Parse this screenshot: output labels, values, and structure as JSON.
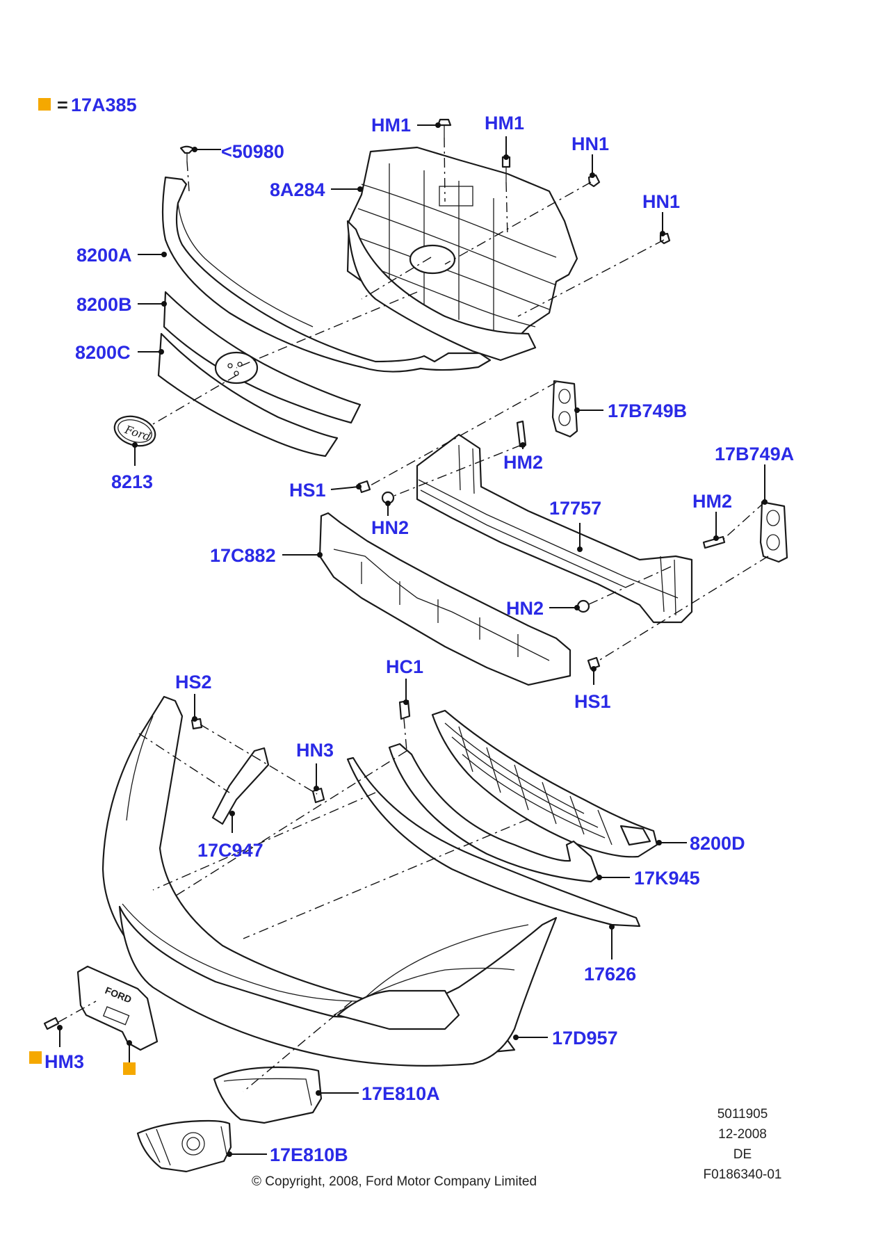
{
  "legend": {
    "text": "17A385",
    "marker_color": "#f5a800"
  },
  "label_color": "#2a2ae6",
  "labels": {
    "p50980": "<50980",
    "hm1a": "HM1",
    "hm1b": "HM1",
    "hn1a": "HN1",
    "hn1b": "HN1",
    "p8a284": "8A284",
    "p8200a": "8200A",
    "p8200b": "8200B",
    "p8200c": "8200C",
    "p8213": "8213",
    "p17b749b": "17B749B",
    "hm2a": "HM2",
    "p17b749a": "17B749A",
    "hs1a": "HS1",
    "hn2a": "HN2",
    "p17757": "17757",
    "hm2b": "HM2",
    "p17c882": "17C882",
    "hn2b": "HN2",
    "hc1": "HC1",
    "hs2": "HS2",
    "hs1b": "HS1",
    "hn3": "HN3",
    "p17c947": "17C947",
    "p8200d": "8200D",
    "p17k945": "17K945",
    "p17626": "17626",
    "p17d957": "17D957",
    "hm3": "HM3",
    "p17e810a": "17E810A",
    "p17e810b": "17E810B"
  },
  "doc_info": {
    "number": "5011905",
    "date": "12-2008",
    "lang": "DE",
    "ref": "F0186340-01"
  },
  "copyright": "© Copyright, 2008, Ford Motor Company Limited",
  "badge_text": "Ford",
  "plate_text": "FORD"
}
